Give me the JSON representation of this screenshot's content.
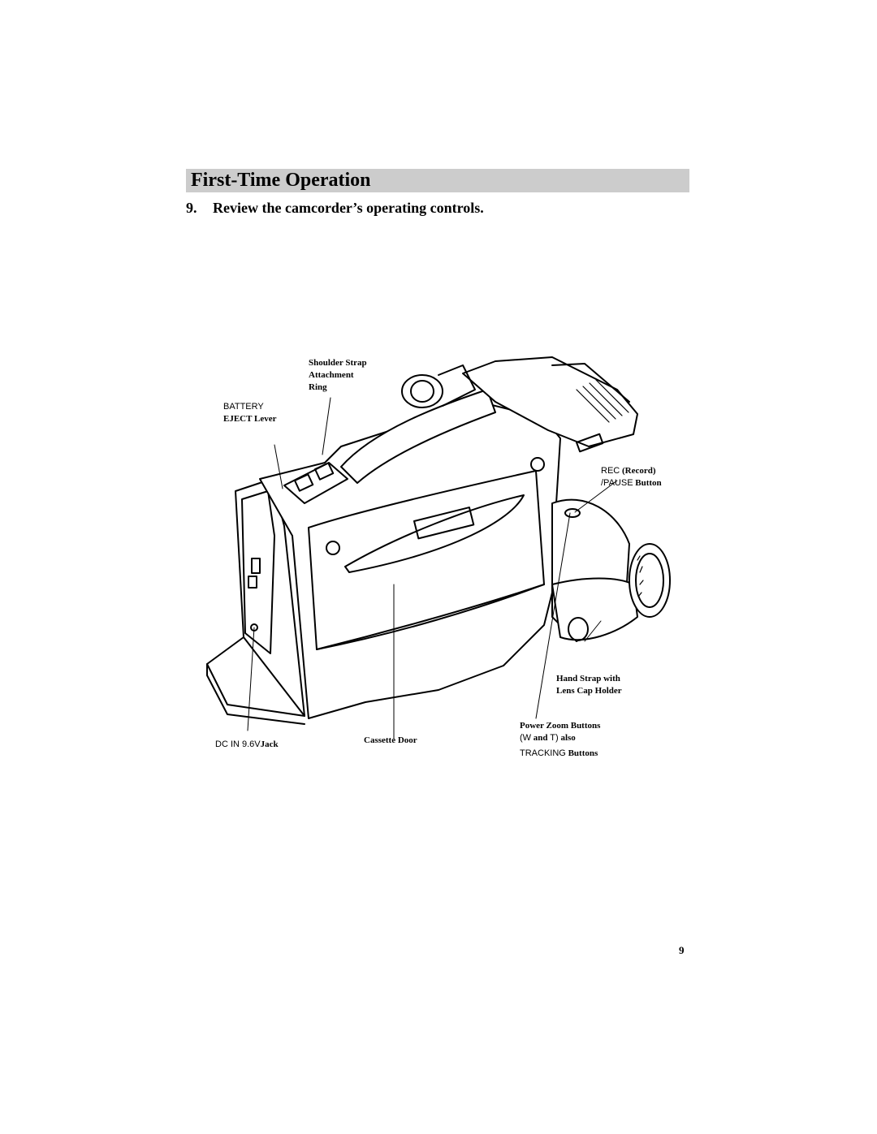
{
  "header": {
    "title": "First-Time Operation"
  },
  "step": {
    "number": "9.",
    "text": "Review the camcorder’s operating controls."
  },
  "labels": {
    "shoulder_strap": [
      "Shoulder Strap",
      "Attachment",
      "Ring"
    ],
    "battery_eject": {
      "line1": "BATTERY",
      "line2": "EJECT Lever"
    },
    "rec_pause": {
      "line1_sans": "REC",
      "line1_bold": "(Record)",
      "line2_sans": "/PAUSE",
      "line2_bold": "Button"
    },
    "hand_strap": [
      "Hand Strap with",
      "Lens Cap Holder"
    ],
    "power_zoom": {
      "line1": "Power Zoom Buttons",
      "line2_sans": "(W",
      "line2_bold": "and",
      "line2_sans2": "T)",
      "line2_bold2": "also",
      "line3_sans": "TRACKING",
      "line3_bold": "Buttons"
    },
    "dc_in": {
      "sans": "DC IN 9.6V",
      "bold": "Jack"
    },
    "cassette_door": "Cassette Door"
  },
  "page_number": "9"
}
